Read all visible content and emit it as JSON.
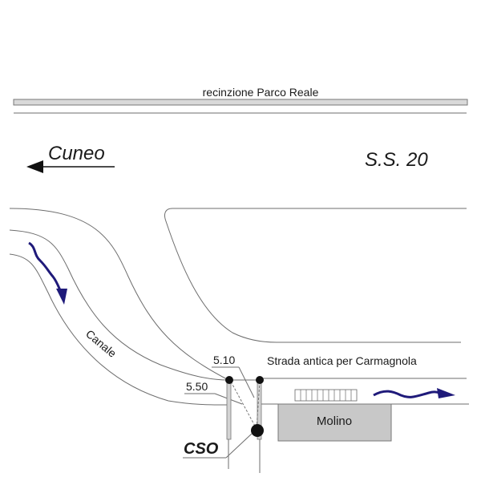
{
  "diagram": {
    "fence_label": "recinzione Parco Reale",
    "direction_label": "Cuneo",
    "road_label": "S.S. 20",
    "canal_label": "Canale",
    "old_road_label": "Strada antica per Carmagnola",
    "building_label": "Molino",
    "overflow_label": "CSO",
    "elevations": [
      {
        "label": "5.10"
      },
      {
        "label": "5.50"
      }
    ],
    "flow_arrow_color": "#1f1a7a",
    "building_fill": "#c8c8c8"
  }
}
